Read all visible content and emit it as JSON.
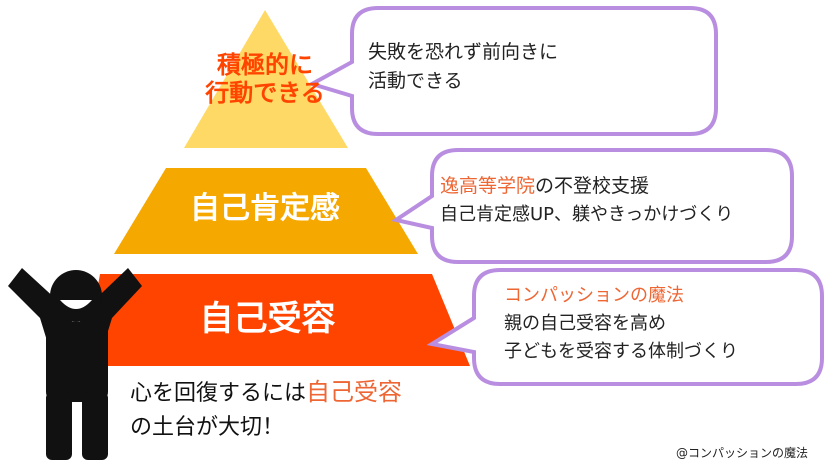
{
  "colors": {
    "top_tier": "#ffd966",
    "middle_tier": "#f5a800",
    "bottom_tier": "#ff4400",
    "bubble_border": "#b98ee0",
    "bubble_fill": "#ffffff",
    "accent_text": "#ee6633",
    "figure": "#111111"
  },
  "pyramid": {
    "top": {
      "label_line1": "積極的に",
      "label_line2": "行動できる"
    },
    "middle": {
      "label": "自己肯定感"
    },
    "bottom": {
      "label": "自己受容"
    }
  },
  "bubbles": {
    "top": {
      "line1": "失敗を恐れず前向きに",
      "line2": "活動できる"
    },
    "middle": {
      "highlight": "逸高等学院",
      "line1_rest": "の不登校支援",
      "line2": "自己肯定感UP、躾やきっかけづくり"
    },
    "bottom": {
      "title": "コンパッションの魔法",
      "line1": "親の自己受容を高め",
      "line2": "子どもを受容する体制づくり"
    }
  },
  "caption": {
    "part1": "心を回復するには",
    "highlight": "自己受容",
    "line2": "の土台が大切！"
  },
  "credit": "@コンパッションの魔法",
  "icons": {
    "figure": "cheering-person-icon"
  }
}
